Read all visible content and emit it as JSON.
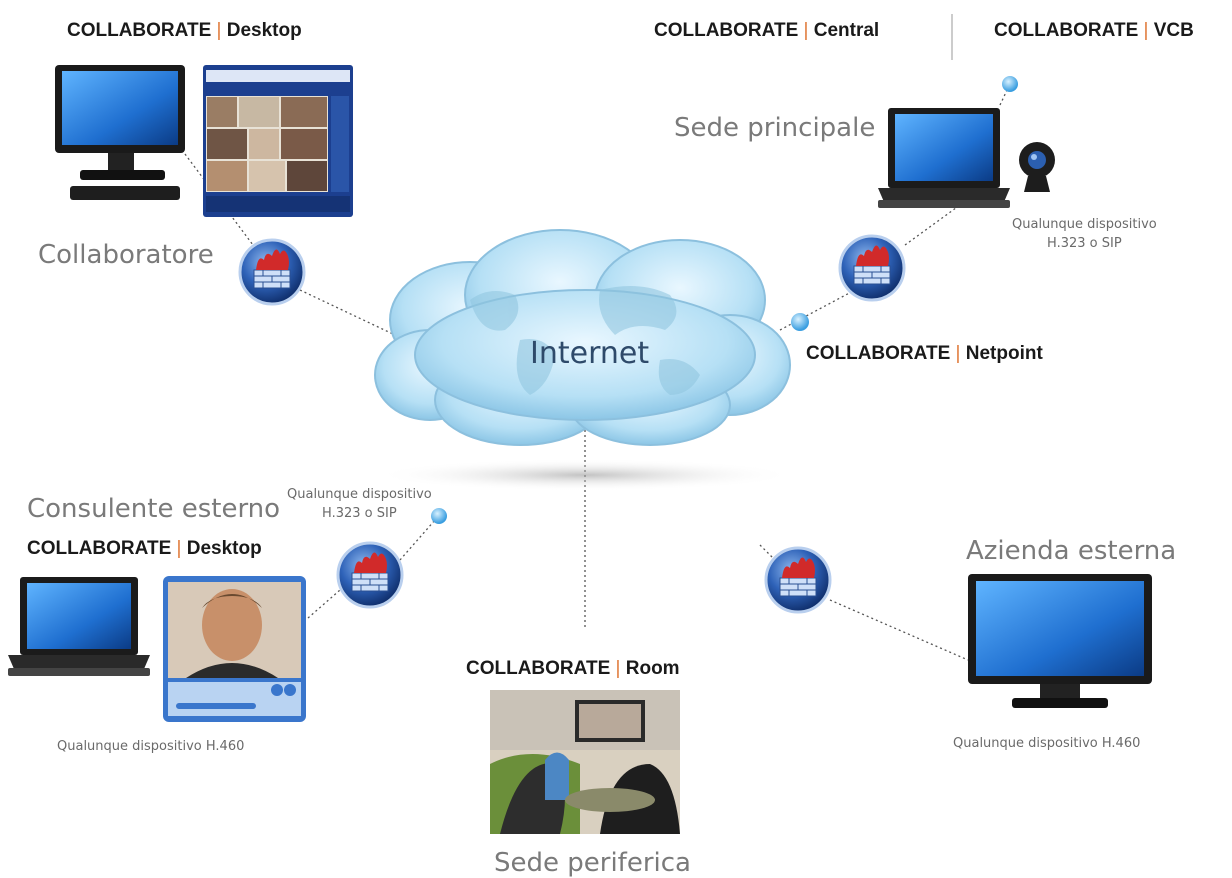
{
  "products": {
    "desktop_top": {
      "brand": "COLLABORATE",
      "sep": "|",
      "name": "Desktop"
    },
    "central": {
      "brand": "COLLABORATE",
      "sep": "|",
      "name": "Central"
    },
    "vcb": {
      "brand": "COLLABORATE",
      "sep": "|",
      "name": "VCB"
    },
    "netpoint": {
      "brand": "COLLABORATE",
      "sep": "|",
      "name": "Netpoint"
    },
    "desktop_bottom": {
      "brand": "COLLABORATE",
      "sep": "|",
      "name": "Desktop"
    },
    "room": {
      "brand": "COLLABORATE",
      "sep": "|",
      "name": "Room"
    }
  },
  "places": {
    "collaboratore": "Collaboratore",
    "sede_principale": "Sede principale",
    "consulente_esterno": "Consulente esterno",
    "azienda_esterna": "Azienda esterna",
    "sede_periferica": "Sede periferica"
  },
  "internet_label": "Internet",
  "notes": {
    "top_right_line1": "Qualunque dispositivo",
    "top_right_line2": "H.323 o SIP",
    "mid_left_line1": "Qualunque dispositivo",
    "mid_left_line2": "H.323 o SIP",
    "bottom_left": "Qualunque dispositivo H.460",
    "bottom_right": "Qualunque dispositivo H.460"
  },
  "colors": {
    "accent_separator": "#e07a3a",
    "firewall_blue": "#1f4fa0",
    "screen_blue": "#2b7fd6",
    "cloud": "#bfe3f5"
  },
  "icons": [
    "firewall-icon",
    "monitor-icon",
    "laptop-icon",
    "webcam-icon",
    "cloud-icon",
    "connector-dot-icon"
  ]
}
